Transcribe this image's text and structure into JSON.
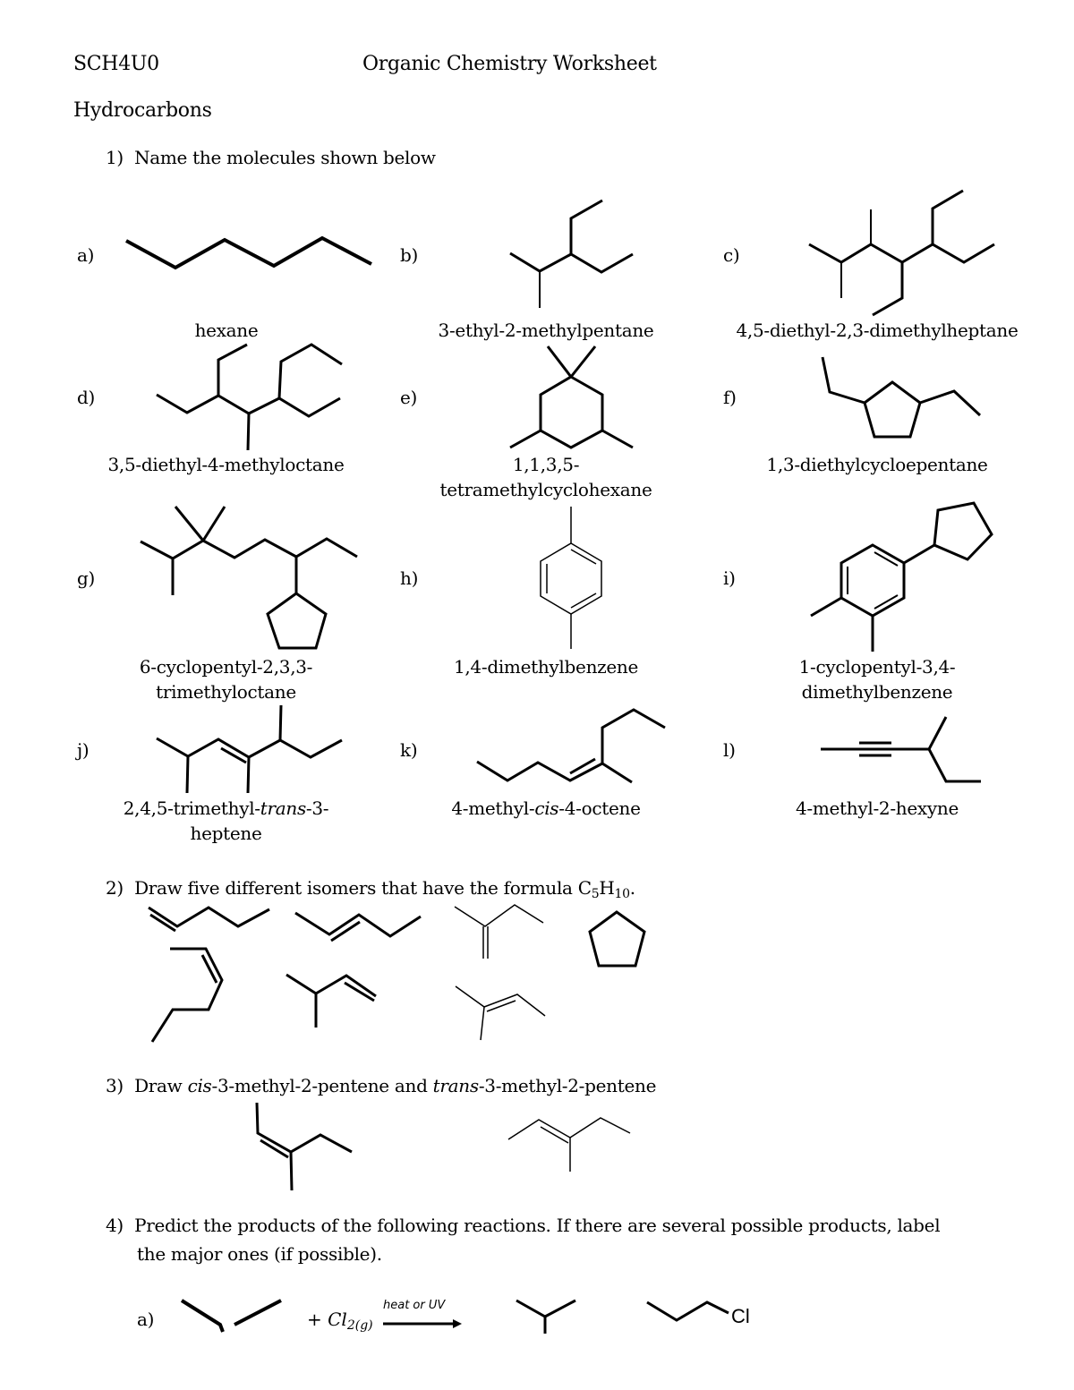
{
  "header": {
    "course_code": "SCH4U0",
    "title": "Organic Chemistry Worksheet"
  },
  "section": {
    "heading": "Hydrocarbons"
  },
  "questions": {
    "q1": {
      "number": "1)",
      "prompt": "Name the molecules shown below",
      "items": [
        {
          "letter": "a)",
          "answer_line1": "hexane",
          "answer_line2": ""
        },
        {
          "letter": "b)",
          "answer_line1": "3-ethyl-2-methylpentane",
          "answer_line2": ""
        },
        {
          "letter": "c)",
          "answer_line1": "4,5-diethyl-2,3-dimethylheptane",
          "answer_line2": ""
        },
        {
          "letter": "d)",
          "answer_line1": "3,5-diethyl-4-methyloctane",
          "answer_line2": ""
        },
        {
          "letter": "e)",
          "answer_line1": "1,1,3,5-",
          "answer_line2": "tetramethylcyclohexane"
        },
        {
          "letter": "f)",
          "answer_line1": "1,3-diethylcycloepentane",
          "answer_line2": ""
        },
        {
          "letter": "g)",
          "answer_line1": "6-cyclopentyl-2,3,3-",
          "answer_line2": "trimethyloctane"
        },
        {
          "letter": "h)",
          "answer_line1": "1,4-dimethylbenzene",
          "answer_line2": ""
        },
        {
          "letter": "i)",
          "answer_line1": "1-cyclopentyl-3,4-",
          "answer_line2": "dimethylbenzene"
        },
        {
          "letter": "j)",
          "answer_pre": "2,4,5-trimethyl-",
          "answer_italic": "trans",
          "answer_post": "-3-",
          "answer_line2": "heptene"
        },
        {
          "letter": "k)",
          "answer_pre": "4-methyl-",
          "answer_italic": "cis",
          "answer_post": "-4-octene"
        },
        {
          "letter": "l)",
          "answer_line1": "4-methyl-2-hexyne",
          "answer_line2": ""
        }
      ]
    },
    "q2": {
      "number": "2)",
      "prompt": "Draw five different isomers that have the formula C",
      "formula_c_sub": "5",
      "formula_h": "H",
      "formula_h_sub": "10",
      "formula_end": "."
    },
    "q3": {
      "number": "3)",
      "prompt_pre": "Draw ",
      "cis": "cis",
      "prompt_mid": "-3-methyl-2-pentene and ",
      "trans": "trans",
      "prompt_post": "-3-methyl-2-pentene"
    },
    "q4": {
      "number": "4)",
      "prompt_line1": "Predict the products of the following reactions. If there are several possible products, label",
      "prompt_line2": "the major ones (if possible).",
      "reaction_a": {
        "letter": "a)",
        "reagent": "+ Cl",
        "reagent_sub": "2(g)",
        "condition": "heat or UV",
        "product_substituent": "Cl"
      }
    }
  },
  "structures": [
    {
      "id": "a",
      "name": "hexane"
    },
    {
      "id": "b",
      "name": "3-ethyl-2-methylpentane"
    },
    {
      "id": "c",
      "name": "4,5-diethyl-2,3-dimethylheptane"
    },
    {
      "id": "d",
      "name": "3,5-diethyl-4-methyloctane"
    },
    {
      "id": "e",
      "name": "1,1,3,5-tetramethylcyclohexane"
    },
    {
      "id": "f",
      "name": "1,3-diethylcyclopentane"
    },
    {
      "id": "g",
      "name": "6-cyclopentyl-2,3,3-trimethyloctane"
    },
    {
      "id": "h",
      "name": "1,4-dimethylbenzene"
    },
    {
      "id": "i",
      "name": "1-cyclopentyl-3,4-dimethylbenzene"
    },
    {
      "id": "j",
      "name": "2,4,5-trimethyl-trans-3-heptene"
    },
    {
      "id": "k",
      "name": "4-methyl-cis-4-octene"
    },
    {
      "id": "l",
      "name": "4-methyl-2-hexyne"
    }
  ]
}
